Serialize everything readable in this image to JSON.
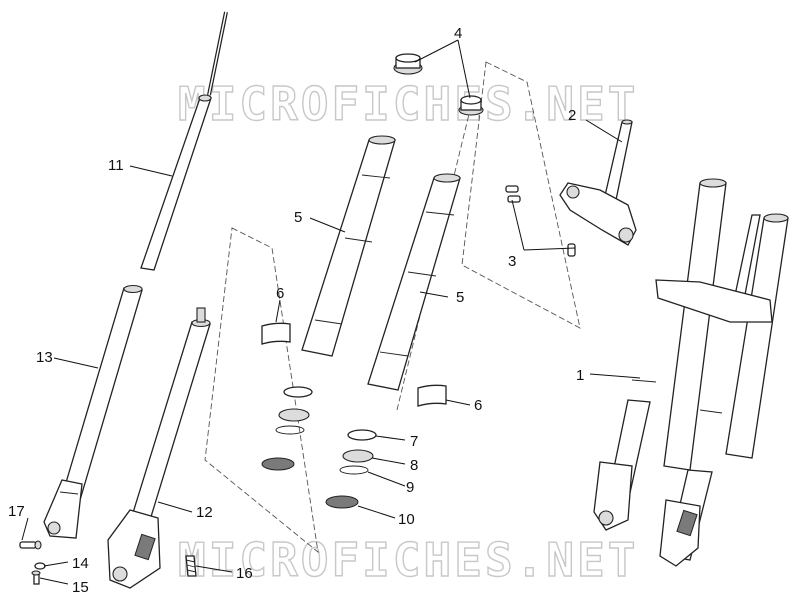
{
  "watermark": "MICROFICHES.NET",
  "callouts": {
    "c1": "1",
    "c2": "2",
    "c3": "3",
    "c4": "4",
    "c5a": "5",
    "c5b": "5",
    "c6a": "6",
    "c6b": "6",
    "c7": "7",
    "c8": "8",
    "c9": "9",
    "c10": "10",
    "c11": "11",
    "c12": "12",
    "c13": "13",
    "c14": "14",
    "c15": "15",
    "c16": "16",
    "c17": "17"
  }
}
